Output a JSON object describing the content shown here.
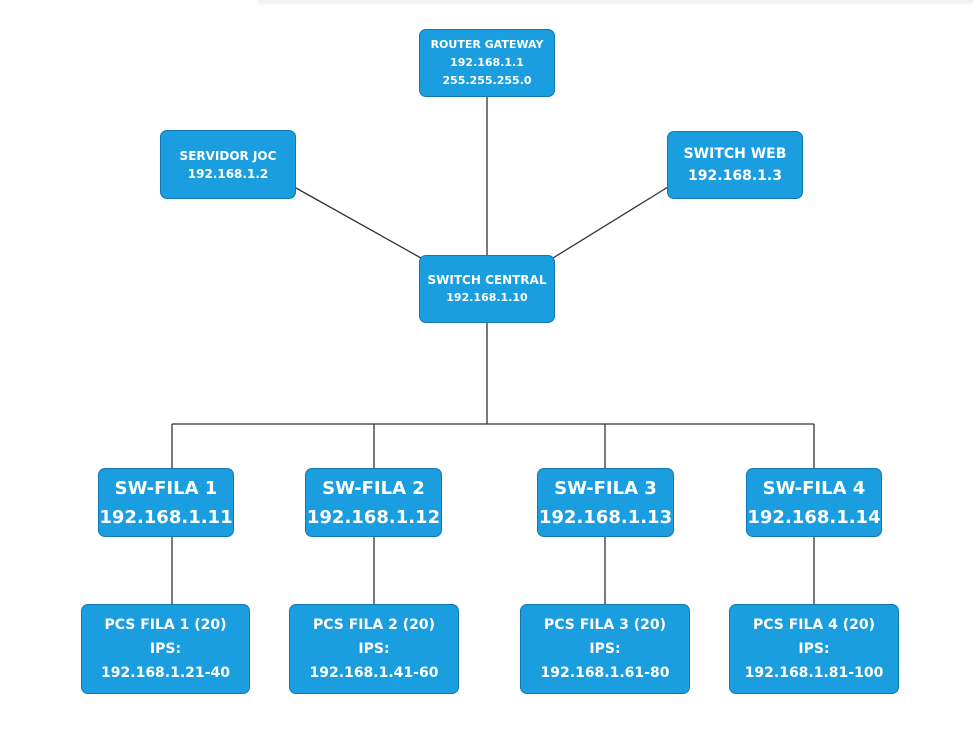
{
  "colors": {
    "node_fill": "#1b9ee0",
    "node_border": "#1476b4",
    "node_text": "#ffffff",
    "link": "#333333"
  },
  "router": {
    "name": "ROUTER GATEWAY",
    "ip": "192.168.1.1",
    "mask": "255.255.255.0"
  },
  "servidor": {
    "name": "SERVIDOR JOC",
    "ip": "192.168.1.2"
  },
  "switch_web": {
    "name": "SWITCH WEB",
    "ip": "192.168.1.3"
  },
  "switch_central": {
    "name": "SWITCH CENTRAL",
    "ip": "192.168.1.10"
  },
  "rows": [
    {
      "sw_name": "SW-FILA 1",
      "sw_ip": "192.168.1.11",
      "pcs_title": "PCS FILA 1 (20)",
      "ips_label": "IPS:",
      "ips_range": "192.168.1.21-40"
    },
    {
      "sw_name": "SW-FILA 2",
      "sw_ip": "192.168.1.12",
      "pcs_title": "PCS FILA 2 (20)",
      "ips_label": "IPS:",
      "ips_range": "192.168.1.41-60"
    },
    {
      "sw_name": "SW-FILA 3",
      "sw_ip": "192.168.1.13",
      "pcs_title": "PCS FILA 3 (20)",
      "ips_label": "IPS:",
      "ips_range": "192.168.1.61-80"
    },
    {
      "sw_name": "SW-FILA 4",
      "sw_ip": "192.168.1.14",
      "pcs_title": "PCS FILA 4 (20)",
      "ips_label": "IPS:",
      "ips_range": "192.168.1.81-100"
    }
  ]
}
